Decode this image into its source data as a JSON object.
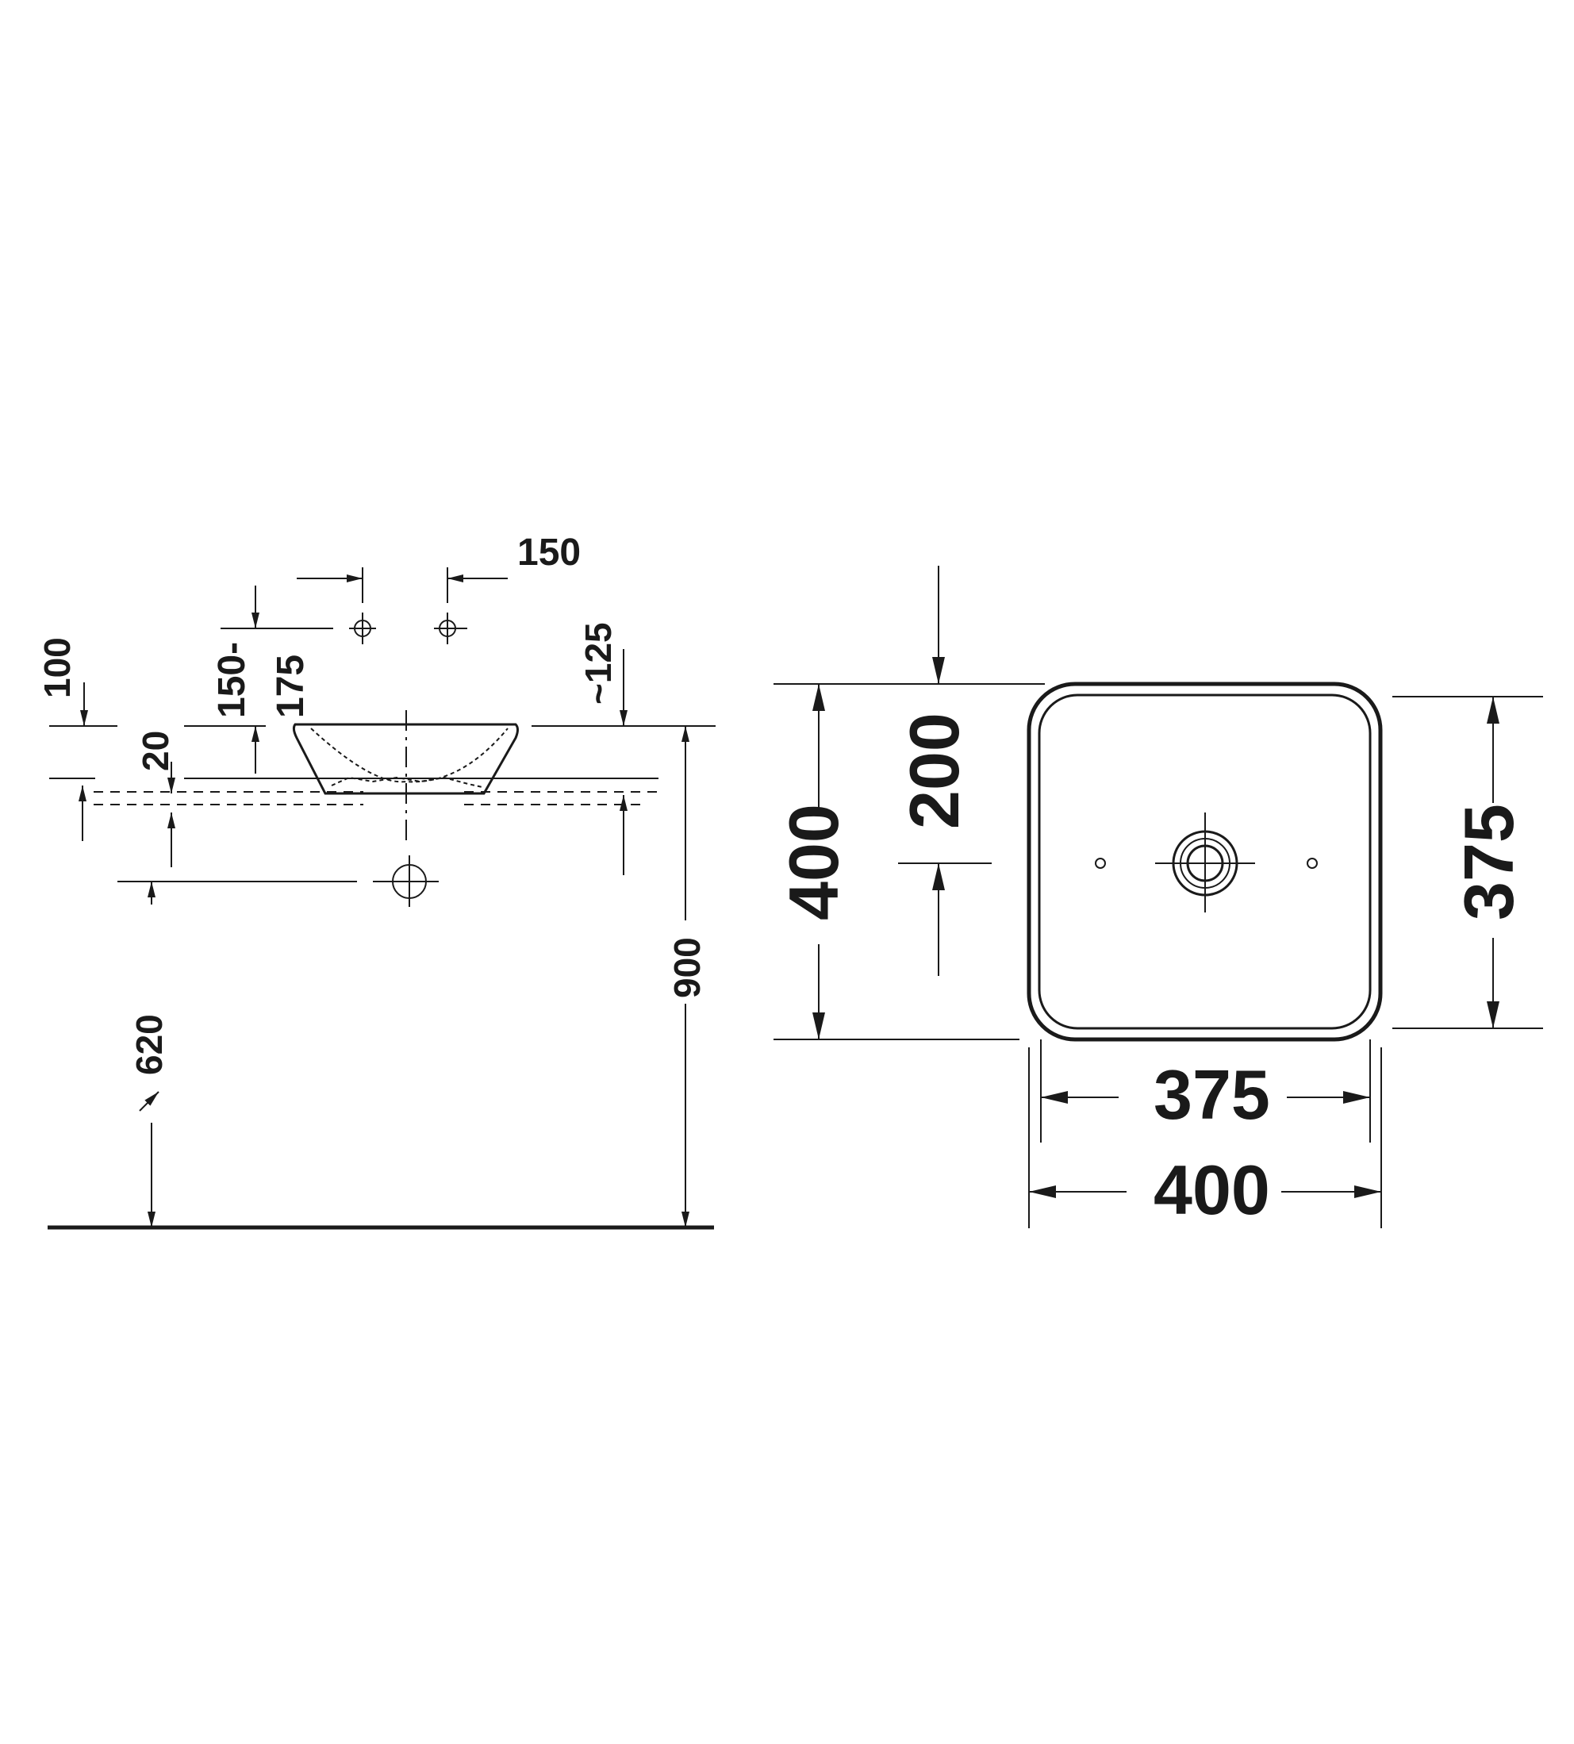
{
  "side_view": {
    "dim_top_spacing": "150",
    "dim_rim_thickness": "100",
    "dim_tap_height_line1": "150-",
    "dim_tap_height_line2": "175",
    "dim_waste_depth": "~125",
    "dim_counter_thickness": "20",
    "dim_waste_height": "620",
    "dim_total_height": "900"
  },
  "plan_view": {
    "dim_outer_depth": "400",
    "dim_drain_offset": "200",
    "dim_inner_depth": "375",
    "dim_inner_width": "375",
    "dim_outer_width": "400"
  }
}
